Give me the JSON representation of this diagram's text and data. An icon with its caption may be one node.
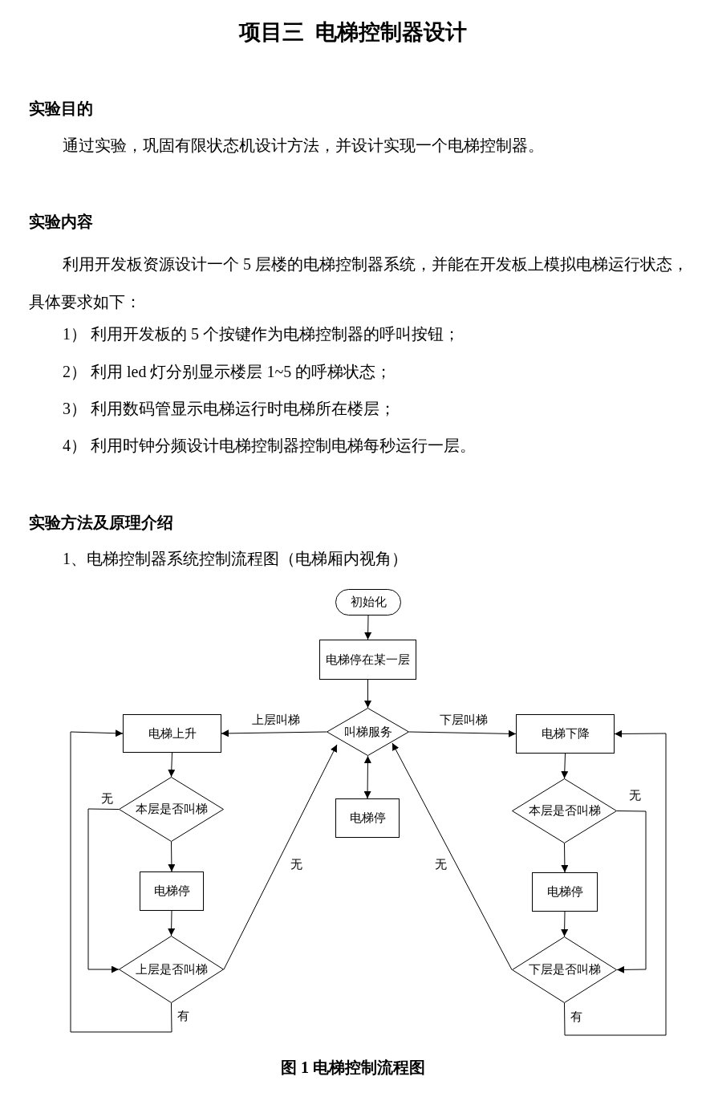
{
  "diagram": {
    "title": "项目三  电梯控制器设计",
    "caption": "图 1 电梯控制流程图",
    "nodes": [
      {
        "text": [
          "初始化"
        ]
      },
      {
        "text": [
          "电梯停在某一层"
        ]
      },
      {
        "text": [
          "叫梯服务"
        ]
      },
      {
        "text": [
          "电梯上升"
        ]
      },
      {
        "text": [
          "本层是否叫梯"
        ]
      },
      {
        "text": [
          "电梯停"
        ]
      },
      {
        "text": [
          "上层是否叫梯"
        ]
      },
      {
        "text": [
          "电梯停"
        ]
      },
      {
        "text": [
          "电梯下降"
        ]
      },
      {
        "text": [
          "本层是否叫梯"
        ]
      },
      {
        "text": [
          "电梯停"
        ]
      },
      {
        "text": [
          "下层是否叫梯"
        ]
      }
    ],
    "edges": [
      {
        "from": 0,
        "to": 1,
        "arrow": "to"
      },
      {
        "from": 1,
        "to": 2,
        "arrow": "to"
      },
      {
        "from": 2,
        "to": 3,
        "arrow": "to",
        "label": "上层叫梯"
      },
      {
        "from": 2,
        "to": 8,
        "arrow": "to",
        "label": "下层叫梯"
      },
      {
        "from": 2,
        "to": 7,
        "arrow": "both"
      },
      {
        "from": 3,
        "to": 4,
        "arrow": "to"
      },
      {
        "from": 4,
        "to": 5,
        "arrow": "to"
      },
      {
        "from": 5,
        "to": 6,
        "arrow": "to"
      },
      {
        "from": 4,
        "to": 6,
        "arrow": "to",
        "label": "无"
      },
      {
        "from": 6,
        "to": 2,
        "arrow": "to",
        "label": "无"
      },
      {
        "from": 6,
        "to": 3,
        "arrow": "to",
        "label": "有"
      },
      {
        "from": 8,
        "to": 9,
        "arrow": "to"
      },
      {
        "from": 9,
        "to": 10,
        "arrow": "to"
      },
      {
        "from": 10,
        "to": 11,
        "arrow": "to"
      },
      {
        "from": 9,
        "to": 11,
        "arrow": "to",
        "label": "无"
      },
      {
        "from": 11,
        "to": 2,
        "arrow": "to",
        "label": "无"
      },
      {
        "from": 11,
        "to": 8,
        "arrow": "to",
        "label": "有"
      }
    ],
    "labels": [
      "实验目的",
      "通过实验，巩固有限状态机设计方法，并设计实现一个电梯控制器。",
      "实验内容",
      "利用开发板资源设计一个 5 层楼的电梯控制器系统，并能在开发板上模拟电梯运行状态，具体要求如下：",
      "1） 利用开发板的 5 个按键作为电梯控制器的呼叫按钮；",
      "2） 利用 led 灯分别显示楼层 1~5 的呼梯状态；",
      "3） 利用数码管显示电梯运行时电梯所在楼层；",
      "4） 利用时钟分频设计电梯控制器控制电梯每秒运行一层。",
      "实验方法及原理介绍",
      "1、电梯控制器系统控制流程图（电梯厢内视角）"
    ]
  }
}
